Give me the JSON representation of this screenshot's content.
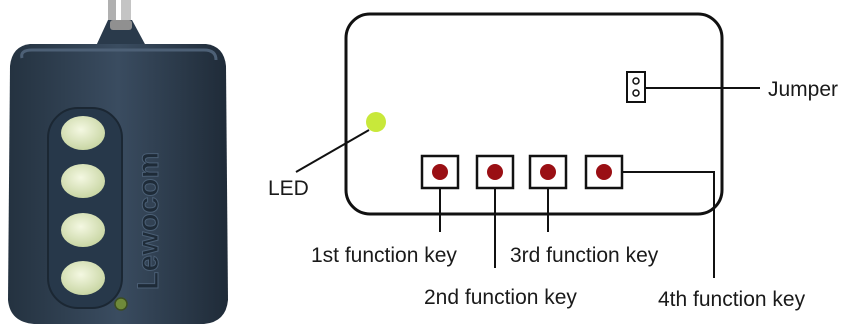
{
  "remote": {
    "brand_text": "Lewocom",
    "body_color": "#2f4052",
    "button_color": "#e3ecc8",
    "led_color": "#6f8a3a"
  },
  "diagram": {
    "labels": {
      "jumper": "Jumper",
      "led": "LED",
      "key1": "1st function key",
      "key2": "2nd function key",
      "key3": "3rd function key",
      "key4": "4th function key"
    },
    "colors": {
      "led": "#c8e83a",
      "key_dot": "#9a0f14",
      "line": "#111111"
    }
  }
}
